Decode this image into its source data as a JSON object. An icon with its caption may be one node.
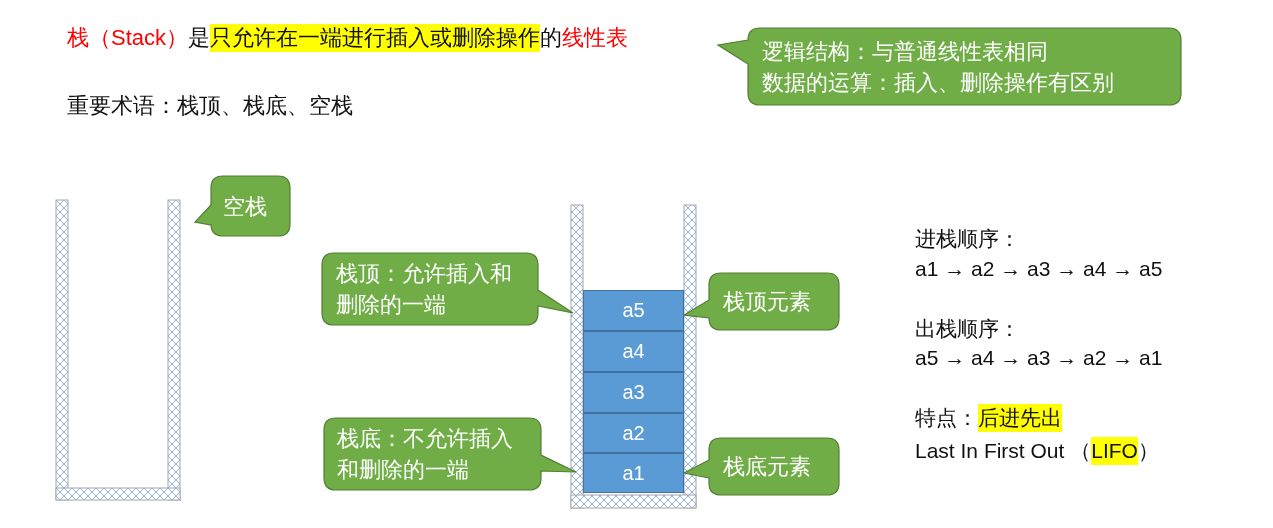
{
  "diagram": {
    "nodes": [
      {
        "text": [
          "逻辑结构：与普通线性表相同",
          "数据的运算：插入、删除操作有区别"
        ]
      },
      {
        "text": [
          "空栈"
        ]
      },
      {
        "text": [
          "栈顶：允许插入和删除的一端"
        ]
      },
      {
        "text": [
          "栈顶元素"
        ]
      },
      {
        "text": [
          "a5"
        ]
      },
      {
        "text": [
          "a4"
        ]
      },
      {
        "text": [
          "a3"
        ]
      },
      {
        "text": [
          "a2"
        ]
      },
      {
        "text": [
          "a1"
        ]
      },
      {
        "text": [
          "栈底：不允许插入和删除的一端"
        ]
      },
      {
        "text": [
          "栈底元素"
        ]
      }
    ],
    "labels": [
      "栈（Stack）",
      "是",
      "只允许在一端进行插入或删除操作",
      "的",
      "线性表",
      "重要术语：栈顶、栈底、空栈",
      "进栈顺序：",
      "a1 → a2 → a3 → a4 → a5",
      "出栈顺序：",
      "a5 → a4 → a3 → a2 → a1",
      "特点：",
      "后进先出",
      "Last In First Out （",
      "LIFO",
      "）"
    ]
  }
}
